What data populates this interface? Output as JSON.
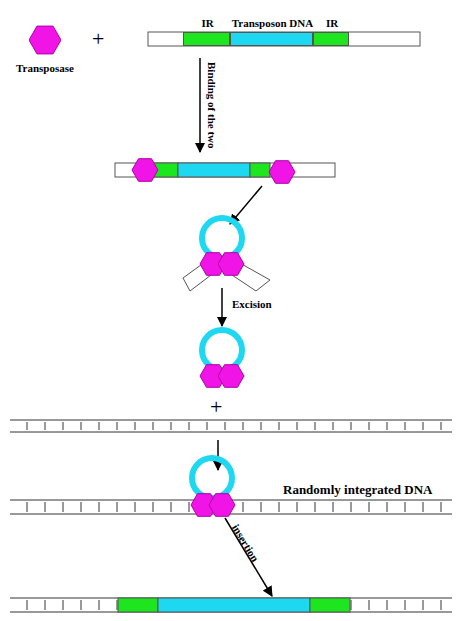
{
  "diagram": {
    "nodes": [
      {
        "text": [
          "Transposase"
        ]
      },
      {
        "text": [
          "IR"
        ]
      },
      {
        "text": [
          "Transposon DNA"
        ]
      },
      {
        "text": [
          "IR"
        ]
      }
    ],
    "labels": [
      "+",
      "Binding of the two",
      "Excision",
      "+",
      "Randomly integrated DNA",
      "insertion"
    ]
  }
}
